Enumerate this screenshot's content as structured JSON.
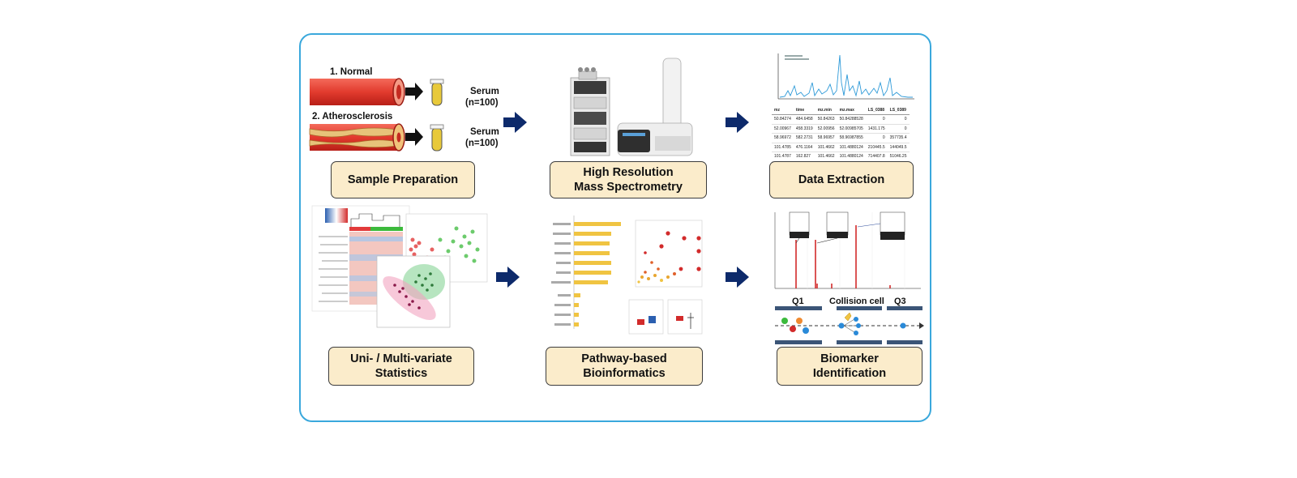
{
  "steps": {
    "sample_preparation": "Sample Preparation",
    "hrms_line1": "High Resolution",
    "hrms_line2": "Mass Spectrometry",
    "data_extraction": "Data Extraction",
    "stats_line1": "Uni- / Multi-variate",
    "stats_line2": "Statistics",
    "pathway_line1": "Pathway-based",
    "pathway_line2": "Bioinformatics",
    "biomarker_line1": "Biomarker",
    "biomarker_line2": "Identification"
  },
  "sample_prep": {
    "group1": "1. Normal",
    "group2": "2. Atherosclerosis",
    "serum1": "Serum",
    "serum1_n": "(n=100)",
    "serum2": "Serum",
    "serum2_n": "(n=100)"
  },
  "data_table": {
    "headers": [
      "mz",
      "time",
      "mz.min",
      "mz.max",
      "LS_0388",
      "LS_0389"
    ],
    "rows": [
      [
        "50.84274",
        "484.6458",
        "50.84263",
        "50.84288528",
        "0",
        "0"
      ],
      [
        "52.00967",
        "458.3319",
        "52.00956",
        "52.00985705",
        "1431.175",
        "0"
      ],
      [
        "58.96972",
        "582.2731",
        "58.96957",
        "58.96987855",
        "0",
        "357735.4"
      ],
      [
        "101.4785",
        "476.1164",
        "101.4662",
        "101.4880124",
        "210445.5",
        "144049.5"
      ],
      [
        "101.4787",
        "162.827",
        "101.4662",
        "101.4880124",
        "714407.8",
        "51046.25"
      ]
    ]
  },
  "qqq": {
    "q1": "Q1",
    "collision": "Collision cell",
    "q3": "Q3"
  },
  "colors": {
    "border": "#3aa8dc",
    "label_fill": "#fbeccb",
    "arrow": "#0d2a6b",
    "vessel": "#d9322a",
    "serum": "#e8c93a",
    "bars": "#f0c442"
  }
}
